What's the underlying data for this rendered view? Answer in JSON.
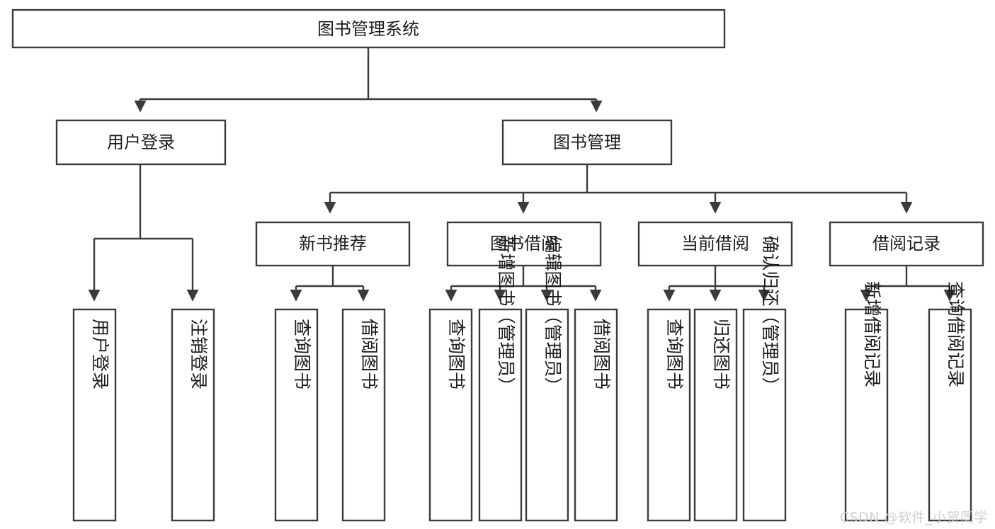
{
  "diagram": {
    "title": "图书管理系统",
    "type": "tree-hierarchy",
    "orientation": "top-down",
    "colors": {
      "box_stroke": "#3b3b3b",
      "box_fill": "#ffffff",
      "connector": "#3b3b3b",
      "text": "#1b1b1b",
      "watermark": "#cfcfcf",
      "background": "#ffffff"
    },
    "root": {
      "label": "图书管理系统"
    },
    "level1": [
      {
        "label": "用户登录"
      },
      {
        "label": "图书管理"
      }
    ],
    "level2": [
      {
        "label": "新书推荐"
      },
      {
        "label": "图书借阅"
      },
      {
        "label": "当前借阅"
      },
      {
        "label": "借阅记录"
      }
    ],
    "leaves": {
      "user_login": [
        {
          "label": "用户登录"
        },
        {
          "label": "注销登录"
        }
      ],
      "new_book_recommend": [
        {
          "label": "查询图书"
        },
        {
          "label": "借阅图书"
        }
      ],
      "book_borrow": [
        {
          "label": "查询图书"
        },
        {
          "label": "新增图书（管理员）"
        },
        {
          "label": "编辑图书（管理员）"
        },
        {
          "label": "借阅图书"
        }
      ],
      "current_borrow": [
        {
          "label": "查询图书"
        },
        {
          "label": "归还图书"
        },
        {
          "label": "确认归还（管理员）"
        }
      ],
      "borrow_record": [
        {
          "label": "新增借阅记录"
        },
        {
          "label": "查询借阅记录"
        }
      ]
    },
    "watermark": "CSDN @软件_小贺同学"
  }
}
